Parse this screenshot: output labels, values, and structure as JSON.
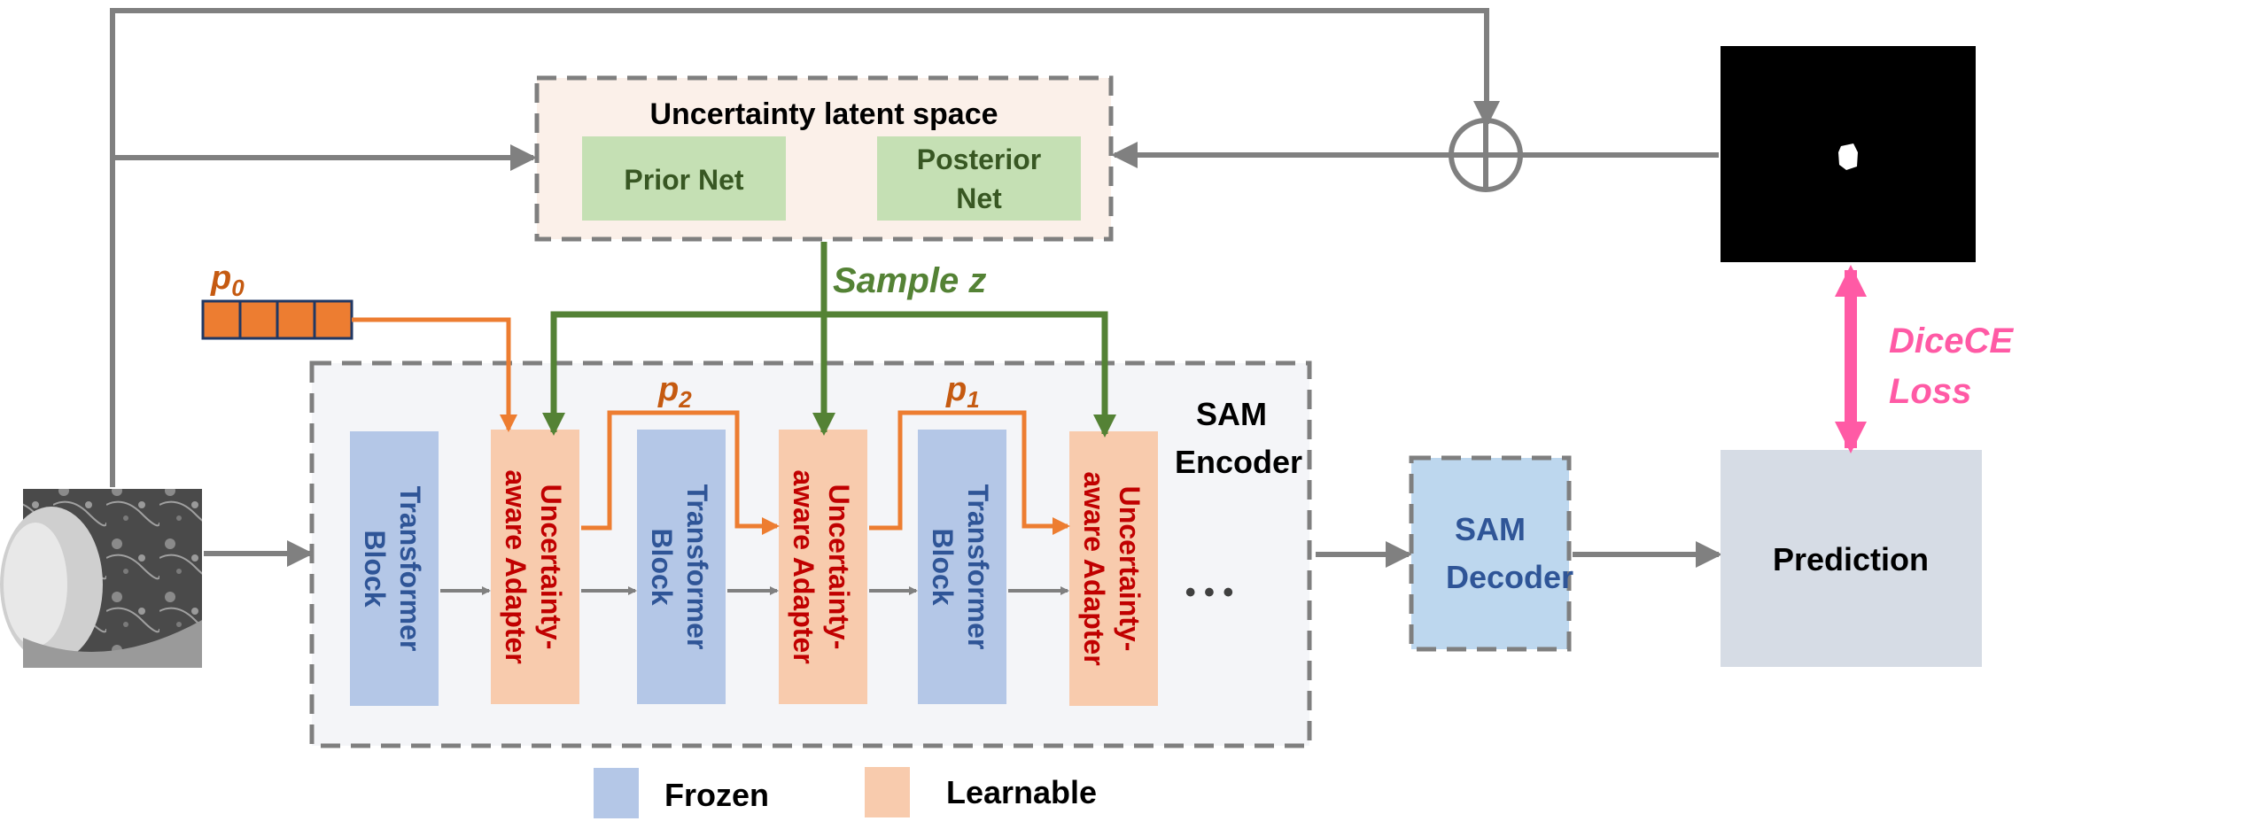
{
  "latent_space": {
    "title": "Uncertainty latent space",
    "prior_net": "Prior Net",
    "posterior_net_line1": "Posterior",
    "posterior_net_line2": "Net"
  },
  "sample_label": "Sample z",
  "prompt_tokens": {
    "p0_base": "p",
    "p0_sub": "0",
    "p2_base": "p",
    "p2_sub": "2",
    "p1_base": "p",
    "p1_sub": "1"
  },
  "encoder": {
    "label_line1": "SAM",
    "label_line2": "Encoder",
    "transformer_line1": "Transformer",
    "transformer_line2": "Block",
    "adapter_line1": "Uncertainty-",
    "adapter_line2": "aware Adapter",
    "ellipsis": "• • •"
  },
  "decoder": {
    "line1": "SAM",
    "line2": "Decoder"
  },
  "prediction": "Prediction",
  "loss": {
    "line1": "DiceCE",
    "line2": "Loss"
  },
  "legend": {
    "frozen": "Frozen",
    "learnable": "Learnable"
  },
  "colors": {
    "frozen": "#b4c7e7",
    "learnable": "#f8cbad",
    "prior_posterior": "#c5e0b4",
    "latent_bg": "#fbf0e9",
    "encoder_bg": "#f4f5f8",
    "decoder_bg": "#bdd7ee",
    "prediction_bg": "#d6dce5",
    "arrow_gray": "#808080",
    "green": "#548235",
    "orange": "#ed7d31",
    "pink": "#ff5aa5",
    "red_text": "#c00000",
    "blue_text": "#2f5597",
    "green_text": "#385723"
  }
}
